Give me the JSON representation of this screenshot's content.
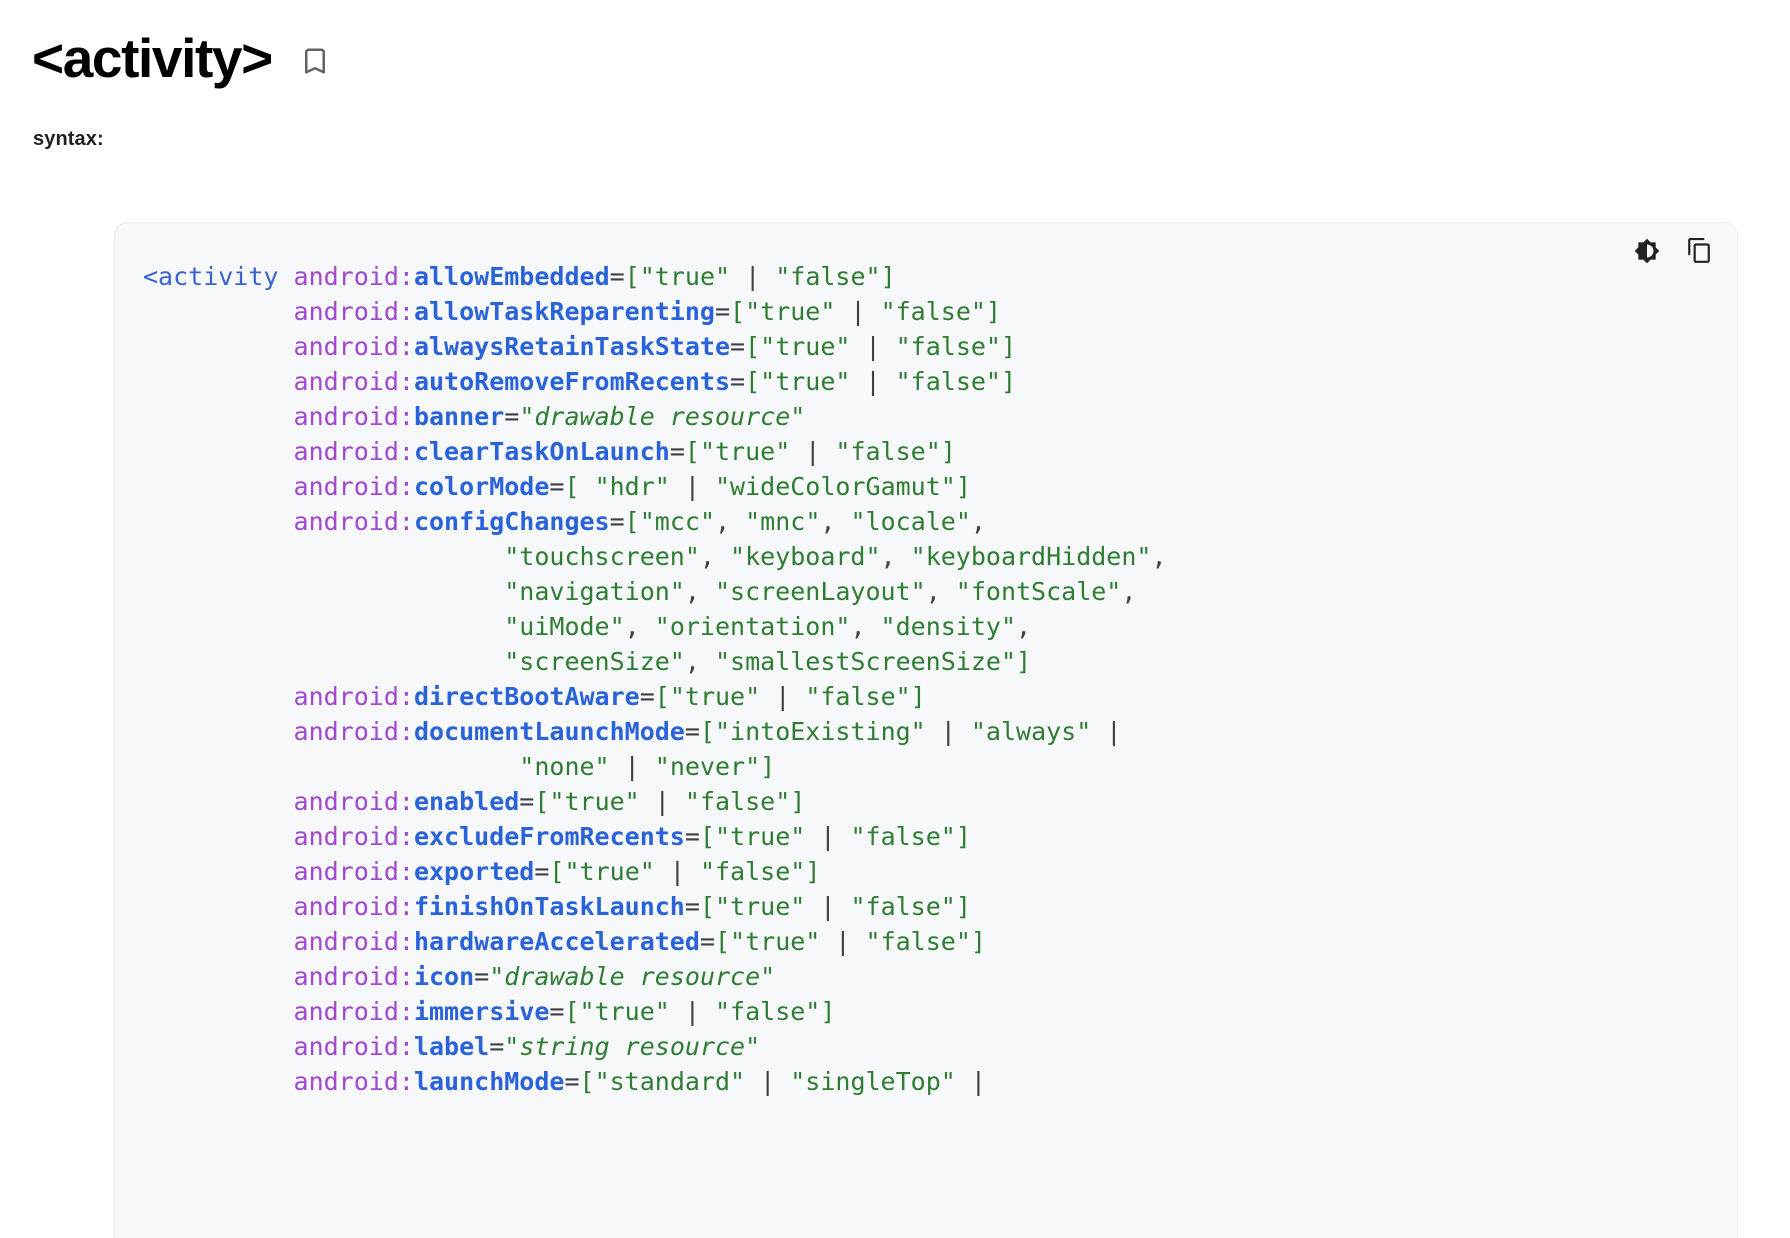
{
  "header": {
    "title": "<activity>",
    "bookmark_icon": "bookmark-icon",
    "bookmark_label": "Bookmark"
  },
  "syntax": {
    "label": "syntax:"
  },
  "code_block": {
    "actions": [
      {
        "name": "theme-toggle-button",
        "icon": "brightness-contrast-icon",
        "label": "Toggle dark code theme"
      },
      {
        "name": "copy-code-button",
        "icon": "copy-icon",
        "label": "Copy code"
      }
    ],
    "language": "xml",
    "lines": [
      [
        {
          "t": "tag",
          "v": "<activity"
        },
        {
          "t": "plain",
          "v": " "
        },
        {
          "t": "ns",
          "v": "android:"
        },
        {
          "t": "attr",
          "v": "allowEmbedded"
        },
        {
          "t": "punc",
          "v": "="
        },
        {
          "t": "str",
          "v": "["
        },
        {
          "t": "str",
          "v": "\"true\""
        },
        {
          "t": "punc",
          "v": " | "
        },
        {
          "t": "str",
          "v": "\"false\""
        },
        {
          "t": "str",
          "v": "]"
        }
      ],
      [
        {
          "t": "plain",
          "v": "          "
        },
        {
          "t": "ns",
          "v": "android:"
        },
        {
          "t": "attr",
          "v": "allowTaskReparenting"
        },
        {
          "t": "punc",
          "v": "="
        },
        {
          "t": "str",
          "v": "["
        },
        {
          "t": "str",
          "v": "\"true\""
        },
        {
          "t": "punc",
          "v": " | "
        },
        {
          "t": "str",
          "v": "\"false\""
        },
        {
          "t": "str",
          "v": "]"
        }
      ],
      [
        {
          "t": "plain",
          "v": "          "
        },
        {
          "t": "ns",
          "v": "android:"
        },
        {
          "t": "attr",
          "v": "alwaysRetainTaskState"
        },
        {
          "t": "punc",
          "v": "="
        },
        {
          "t": "str",
          "v": "["
        },
        {
          "t": "str",
          "v": "\"true\""
        },
        {
          "t": "punc",
          "v": " | "
        },
        {
          "t": "str",
          "v": "\"false\""
        },
        {
          "t": "str",
          "v": "]"
        }
      ],
      [
        {
          "t": "plain",
          "v": "          "
        },
        {
          "t": "ns",
          "v": "android:"
        },
        {
          "t": "attr",
          "v": "autoRemoveFromRecents"
        },
        {
          "t": "punc",
          "v": "="
        },
        {
          "t": "str",
          "v": "["
        },
        {
          "t": "str",
          "v": "\"true\""
        },
        {
          "t": "punc",
          "v": " | "
        },
        {
          "t": "str",
          "v": "\"false\""
        },
        {
          "t": "str",
          "v": "]"
        }
      ],
      [
        {
          "t": "plain",
          "v": "          "
        },
        {
          "t": "ns",
          "v": "android:"
        },
        {
          "t": "attr",
          "v": "banner"
        },
        {
          "t": "punc",
          "v": "="
        },
        {
          "t": "str",
          "v": "\""
        },
        {
          "t": "res",
          "v": "drawable resource"
        },
        {
          "t": "str",
          "v": "\""
        }
      ],
      [
        {
          "t": "plain",
          "v": "          "
        },
        {
          "t": "ns",
          "v": "android:"
        },
        {
          "t": "attr",
          "v": "clearTaskOnLaunch"
        },
        {
          "t": "punc",
          "v": "="
        },
        {
          "t": "str",
          "v": "["
        },
        {
          "t": "str",
          "v": "\"true\""
        },
        {
          "t": "punc",
          "v": " | "
        },
        {
          "t": "str",
          "v": "\"false\""
        },
        {
          "t": "str",
          "v": "]"
        }
      ],
      [
        {
          "t": "plain",
          "v": "          "
        },
        {
          "t": "ns",
          "v": "android:"
        },
        {
          "t": "attr",
          "v": "colorMode"
        },
        {
          "t": "punc",
          "v": "="
        },
        {
          "t": "str",
          "v": "[ "
        },
        {
          "t": "str",
          "v": "\"hdr\""
        },
        {
          "t": "punc",
          "v": " | "
        },
        {
          "t": "str",
          "v": "\"wideColorGamut\""
        },
        {
          "t": "str",
          "v": "]"
        }
      ],
      [
        {
          "t": "plain",
          "v": "          "
        },
        {
          "t": "ns",
          "v": "android:"
        },
        {
          "t": "attr",
          "v": "configChanges"
        },
        {
          "t": "punc",
          "v": "="
        },
        {
          "t": "str",
          "v": "["
        },
        {
          "t": "str",
          "v": "\"mcc\""
        },
        {
          "t": "punc",
          "v": ", "
        },
        {
          "t": "str",
          "v": "\"mnc\""
        },
        {
          "t": "punc",
          "v": ", "
        },
        {
          "t": "str",
          "v": "\"locale\""
        },
        {
          "t": "punc",
          "v": ","
        }
      ],
      [
        {
          "t": "plain",
          "v": "                        "
        },
        {
          "t": "str",
          "v": "\"touchscreen\""
        },
        {
          "t": "punc",
          "v": ", "
        },
        {
          "t": "str",
          "v": "\"keyboard\""
        },
        {
          "t": "punc",
          "v": ", "
        },
        {
          "t": "str",
          "v": "\"keyboardHidden\""
        },
        {
          "t": "punc",
          "v": ","
        }
      ],
      [
        {
          "t": "plain",
          "v": "                        "
        },
        {
          "t": "str",
          "v": "\"navigation\""
        },
        {
          "t": "punc",
          "v": ", "
        },
        {
          "t": "str",
          "v": "\"screenLayout\""
        },
        {
          "t": "punc",
          "v": ", "
        },
        {
          "t": "str",
          "v": "\"fontScale\""
        },
        {
          "t": "punc",
          "v": ","
        }
      ],
      [
        {
          "t": "plain",
          "v": "                        "
        },
        {
          "t": "str",
          "v": "\"uiMode\""
        },
        {
          "t": "punc",
          "v": ", "
        },
        {
          "t": "str",
          "v": "\"orientation\""
        },
        {
          "t": "punc",
          "v": ", "
        },
        {
          "t": "str",
          "v": "\"density\""
        },
        {
          "t": "punc",
          "v": ","
        }
      ],
      [
        {
          "t": "plain",
          "v": "                        "
        },
        {
          "t": "str",
          "v": "\"screenSize\""
        },
        {
          "t": "punc",
          "v": ", "
        },
        {
          "t": "str",
          "v": "\"smallestScreenSize\""
        },
        {
          "t": "str",
          "v": "]"
        }
      ],
      [
        {
          "t": "plain",
          "v": "          "
        },
        {
          "t": "ns",
          "v": "android:"
        },
        {
          "t": "attr",
          "v": "directBootAware"
        },
        {
          "t": "punc",
          "v": "="
        },
        {
          "t": "str",
          "v": "["
        },
        {
          "t": "str",
          "v": "\"true\""
        },
        {
          "t": "punc",
          "v": " | "
        },
        {
          "t": "str",
          "v": "\"false\""
        },
        {
          "t": "str",
          "v": "]"
        }
      ],
      [
        {
          "t": "plain",
          "v": "          "
        },
        {
          "t": "ns",
          "v": "android:"
        },
        {
          "t": "attr",
          "v": "documentLaunchMode"
        },
        {
          "t": "punc",
          "v": "="
        },
        {
          "t": "str",
          "v": "["
        },
        {
          "t": "str",
          "v": "\"intoExisting\""
        },
        {
          "t": "punc",
          "v": " | "
        },
        {
          "t": "str",
          "v": "\"always\""
        },
        {
          "t": "punc",
          "v": " |"
        }
      ],
      [
        {
          "t": "plain",
          "v": "                         "
        },
        {
          "t": "str",
          "v": "\"none\""
        },
        {
          "t": "punc",
          "v": " | "
        },
        {
          "t": "str",
          "v": "\"never\""
        },
        {
          "t": "str",
          "v": "]"
        }
      ],
      [
        {
          "t": "plain",
          "v": "          "
        },
        {
          "t": "ns",
          "v": "android:"
        },
        {
          "t": "attr",
          "v": "enabled"
        },
        {
          "t": "punc",
          "v": "="
        },
        {
          "t": "str",
          "v": "["
        },
        {
          "t": "str",
          "v": "\"true\""
        },
        {
          "t": "punc",
          "v": " | "
        },
        {
          "t": "str",
          "v": "\"false\""
        },
        {
          "t": "str",
          "v": "]"
        }
      ],
      [
        {
          "t": "plain",
          "v": "          "
        },
        {
          "t": "ns",
          "v": "android:"
        },
        {
          "t": "attr",
          "v": "excludeFromRecents"
        },
        {
          "t": "punc",
          "v": "="
        },
        {
          "t": "str",
          "v": "["
        },
        {
          "t": "str",
          "v": "\"true\""
        },
        {
          "t": "punc",
          "v": " | "
        },
        {
          "t": "str",
          "v": "\"false\""
        },
        {
          "t": "str",
          "v": "]"
        }
      ],
      [
        {
          "t": "plain",
          "v": "          "
        },
        {
          "t": "ns",
          "v": "android:"
        },
        {
          "t": "attr",
          "v": "exported"
        },
        {
          "t": "punc",
          "v": "="
        },
        {
          "t": "str",
          "v": "["
        },
        {
          "t": "str",
          "v": "\"true\""
        },
        {
          "t": "punc",
          "v": " | "
        },
        {
          "t": "str",
          "v": "\"false\""
        },
        {
          "t": "str",
          "v": "]"
        }
      ],
      [
        {
          "t": "plain",
          "v": "          "
        },
        {
          "t": "ns",
          "v": "android:"
        },
        {
          "t": "attr",
          "v": "finishOnTaskLaunch"
        },
        {
          "t": "punc",
          "v": "="
        },
        {
          "t": "str",
          "v": "["
        },
        {
          "t": "str",
          "v": "\"true\""
        },
        {
          "t": "punc",
          "v": " | "
        },
        {
          "t": "str",
          "v": "\"false\""
        },
        {
          "t": "str",
          "v": "]"
        }
      ],
      [
        {
          "t": "plain",
          "v": "          "
        },
        {
          "t": "ns",
          "v": "android:"
        },
        {
          "t": "attr",
          "v": "hardwareAccelerated"
        },
        {
          "t": "punc",
          "v": "="
        },
        {
          "t": "str",
          "v": "["
        },
        {
          "t": "str",
          "v": "\"true\""
        },
        {
          "t": "punc",
          "v": " | "
        },
        {
          "t": "str",
          "v": "\"false\""
        },
        {
          "t": "str",
          "v": "]"
        }
      ],
      [
        {
          "t": "plain",
          "v": "          "
        },
        {
          "t": "ns",
          "v": "android:"
        },
        {
          "t": "attr",
          "v": "icon"
        },
        {
          "t": "punc",
          "v": "="
        },
        {
          "t": "str",
          "v": "\""
        },
        {
          "t": "res",
          "v": "drawable resource"
        },
        {
          "t": "str",
          "v": "\""
        }
      ],
      [
        {
          "t": "plain",
          "v": "          "
        },
        {
          "t": "ns",
          "v": "android:"
        },
        {
          "t": "attr",
          "v": "immersive"
        },
        {
          "t": "punc",
          "v": "="
        },
        {
          "t": "str",
          "v": "["
        },
        {
          "t": "str",
          "v": "\"true\""
        },
        {
          "t": "punc",
          "v": " | "
        },
        {
          "t": "str",
          "v": "\"false\""
        },
        {
          "t": "str",
          "v": "]"
        }
      ],
      [
        {
          "t": "plain",
          "v": "          "
        },
        {
          "t": "ns",
          "v": "android:"
        },
        {
          "t": "attr",
          "v": "label"
        },
        {
          "t": "punc",
          "v": "="
        },
        {
          "t": "str",
          "v": "\""
        },
        {
          "t": "res",
          "v": "string resource"
        },
        {
          "t": "str",
          "v": "\""
        }
      ],
      [
        {
          "t": "plain",
          "v": "          "
        },
        {
          "t": "ns",
          "v": "android:"
        },
        {
          "t": "attr",
          "v": "launchMode"
        },
        {
          "t": "punc",
          "v": "="
        },
        {
          "t": "str",
          "v": "["
        },
        {
          "t": "str",
          "v": "\"standard\""
        },
        {
          "t": "punc",
          "v": " | "
        },
        {
          "t": "str",
          "v": "\"singleTop\""
        },
        {
          "t": "punc",
          "v": " |"
        }
      ]
    ]
  },
  "colors": {
    "page_bg": "#ffffff",
    "code_bg": "#f6f8fa",
    "code_border": "#e8eaed",
    "tag": "#3a62d0",
    "namespace": "#a347d1",
    "attribute": "#2962d9",
    "string": "#2e7d32",
    "punctuation": "#3c4043",
    "title": "#000000",
    "icon": "#202124",
    "bookmark_icon": "#5f6368"
  }
}
